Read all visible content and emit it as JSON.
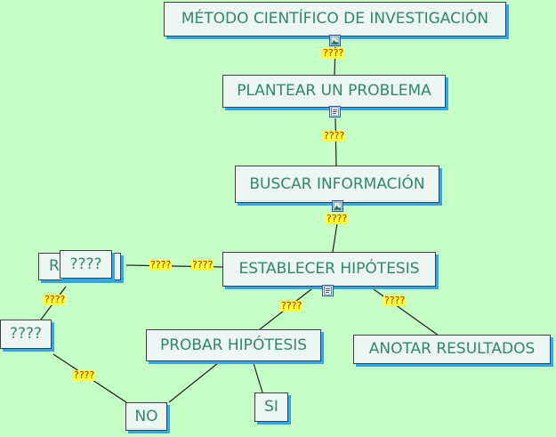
{
  "nodes": {
    "metodo": "MÉTODO CIENTÍFICO DE INVESTIGACIÓN",
    "problema": "PLANTEAR UN PROBLEMA",
    "buscar": "BUSCAR INFORMACIÓN",
    "hipotesis": "ESTABLECER HIPÓTESIS",
    "probar": "PROBAR HIPÓTESIS",
    "anotar": "ANOTAR RESULTADOS",
    "no": "NO",
    "si": "SI",
    "left_back": "R",
    "left_front": "????",
    "left_mid": "????"
  },
  "labels": {
    "l1": "????",
    "l2": "????",
    "l3": "????",
    "l4": "????",
    "l5": "????",
    "l6": "????",
    "l7": "????",
    "l8": "????",
    "l9": "????"
  },
  "icons": {
    "top": "image-icon",
    "problem": "document-icon",
    "info": "image-icon",
    "hypothesis": "document-icon"
  },
  "colors": {
    "background": "#c6ffc6",
    "node_fill": "#eef5f5",
    "node_text": "#2f8a6a",
    "shadow": "#2ea8f0",
    "label_bg": "#ffff33",
    "label_text": "#cc2200"
  }
}
